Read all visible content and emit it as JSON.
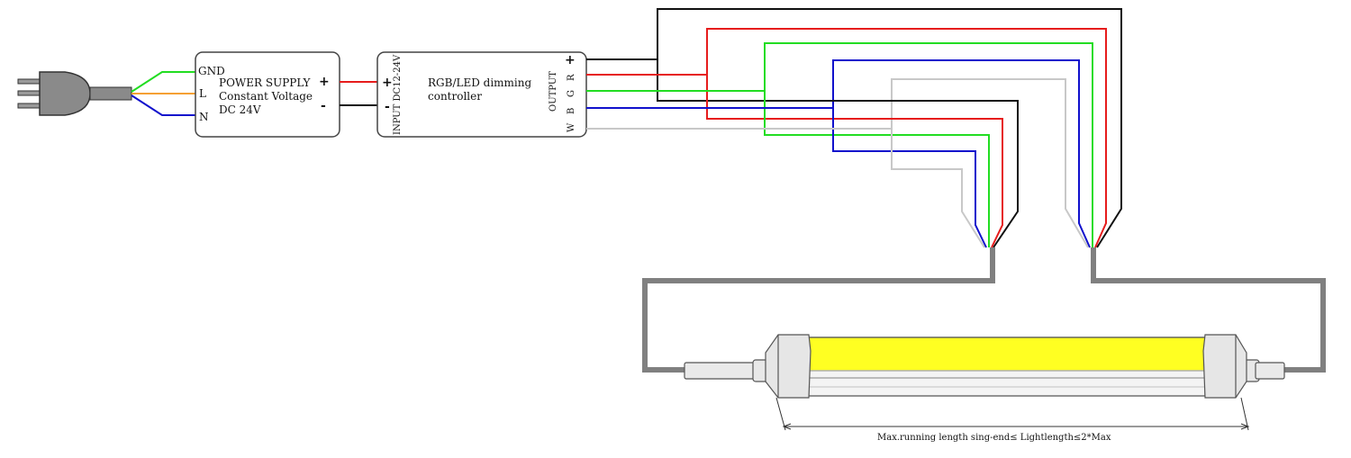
{
  "colors": {
    "black": "#111111",
    "red": "#e61c1c",
    "green": "#22dd22",
    "blue": "#1111cc",
    "white_wire": "#c8c8c8",
    "orange": "#f5a033",
    "cable": "#808080",
    "light": "#ffff22"
  },
  "power_supply": {
    "line1": "POWER SUPPLY",
    "line2": "Constant Voltage",
    "line3": "DC 24V",
    "gnd": "GND",
    "l": "L",
    "n": "N",
    "plus": "+",
    "minus": "-"
  },
  "controller": {
    "line1": "RGB/LED dimming",
    "line2": "controller",
    "input_label": "INPUT DC12-24V",
    "in_plus": "+",
    "in_minus": "-",
    "output_label": "OUTPUT",
    "out_plus": "+",
    "r": "R",
    "g": "G",
    "b": "B",
    "w": "W"
  },
  "dimension_label": "Max.running length sing-end≤ Lightlength≤2*Max"
}
